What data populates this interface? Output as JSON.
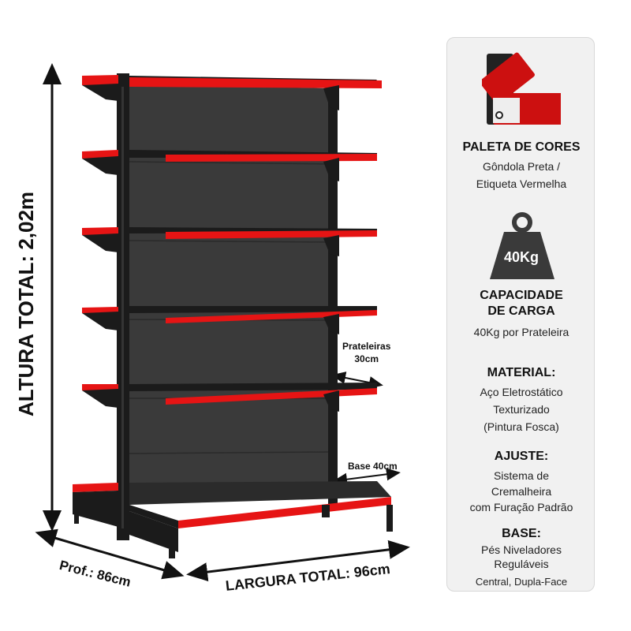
{
  "dimensions": {
    "height": "ALTURA TOTAL: 2,02m",
    "depth": "Prof.: 86cm",
    "width": "LARGURA TOTAL: 96cm",
    "shelf_line1": "Prateleiras",
    "shelf_line2": "30cm",
    "base": "Base 40cm"
  },
  "colors": {
    "frame": "#1b1b1b",
    "panel": "#3a3a3a",
    "accent": "#e61414"
  },
  "info": {
    "palette_title": "PALETA DE CORES",
    "palette_text1": "Gôndola Preta /",
    "palette_text2": "Etiqueta Vermelha",
    "weight_badge": "40Kg",
    "capacity_title1": "CAPACIDADE",
    "capacity_title2": "DE CARGA",
    "capacity_text": "40Kg por Prateleira",
    "material_title": "MATERIAL:",
    "material_text1": "Aço Eletrostático",
    "material_text2": "Texturizado",
    "material_text3": "(Pintura Fosca)",
    "adjust_title": "AJUSTE:",
    "adjust_text1": "Sistema de",
    "adjust_text2": "Cremalheira",
    "adjust_text3": "com Furação Padrão",
    "base_title": "BASE:",
    "base_text1": "Pés Niveladores",
    "base_text2": "Reguláveis",
    "base_text3": "Central, Dupla-Face"
  }
}
